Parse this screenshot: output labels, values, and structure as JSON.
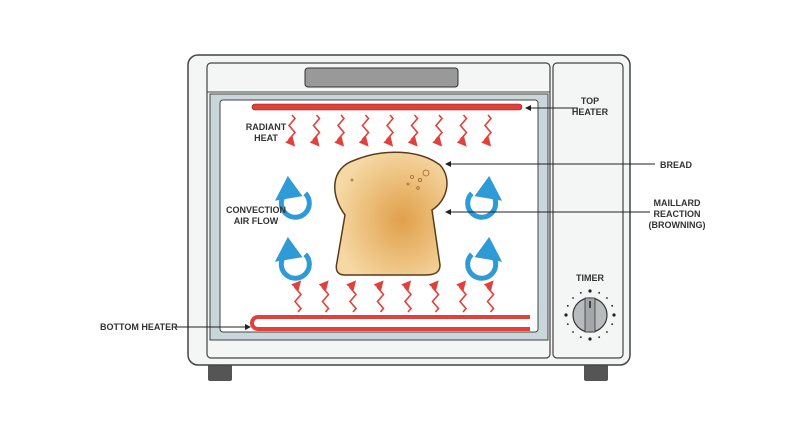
{
  "labels": {
    "top_heater": [
      "TOP",
      "HEATER"
    ],
    "radiant_heat": [
      "RADIANT",
      "HEAT"
    ],
    "bread": "BREAD",
    "maillard": [
      "MAILLARD",
      "REACTION",
      "(BROWNING)"
    ],
    "convection": [
      "CONVECTION",
      "AIR FLOW"
    ],
    "bottom_heater": "BOTTOM HEATER",
    "timer": "TIMER"
  },
  "colors": {
    "heater": "#e2403a",
    "airflow": "#2f9bd6",
    "body": "#f4f5f5",
    "window": "#c9d6da"
  }
}
